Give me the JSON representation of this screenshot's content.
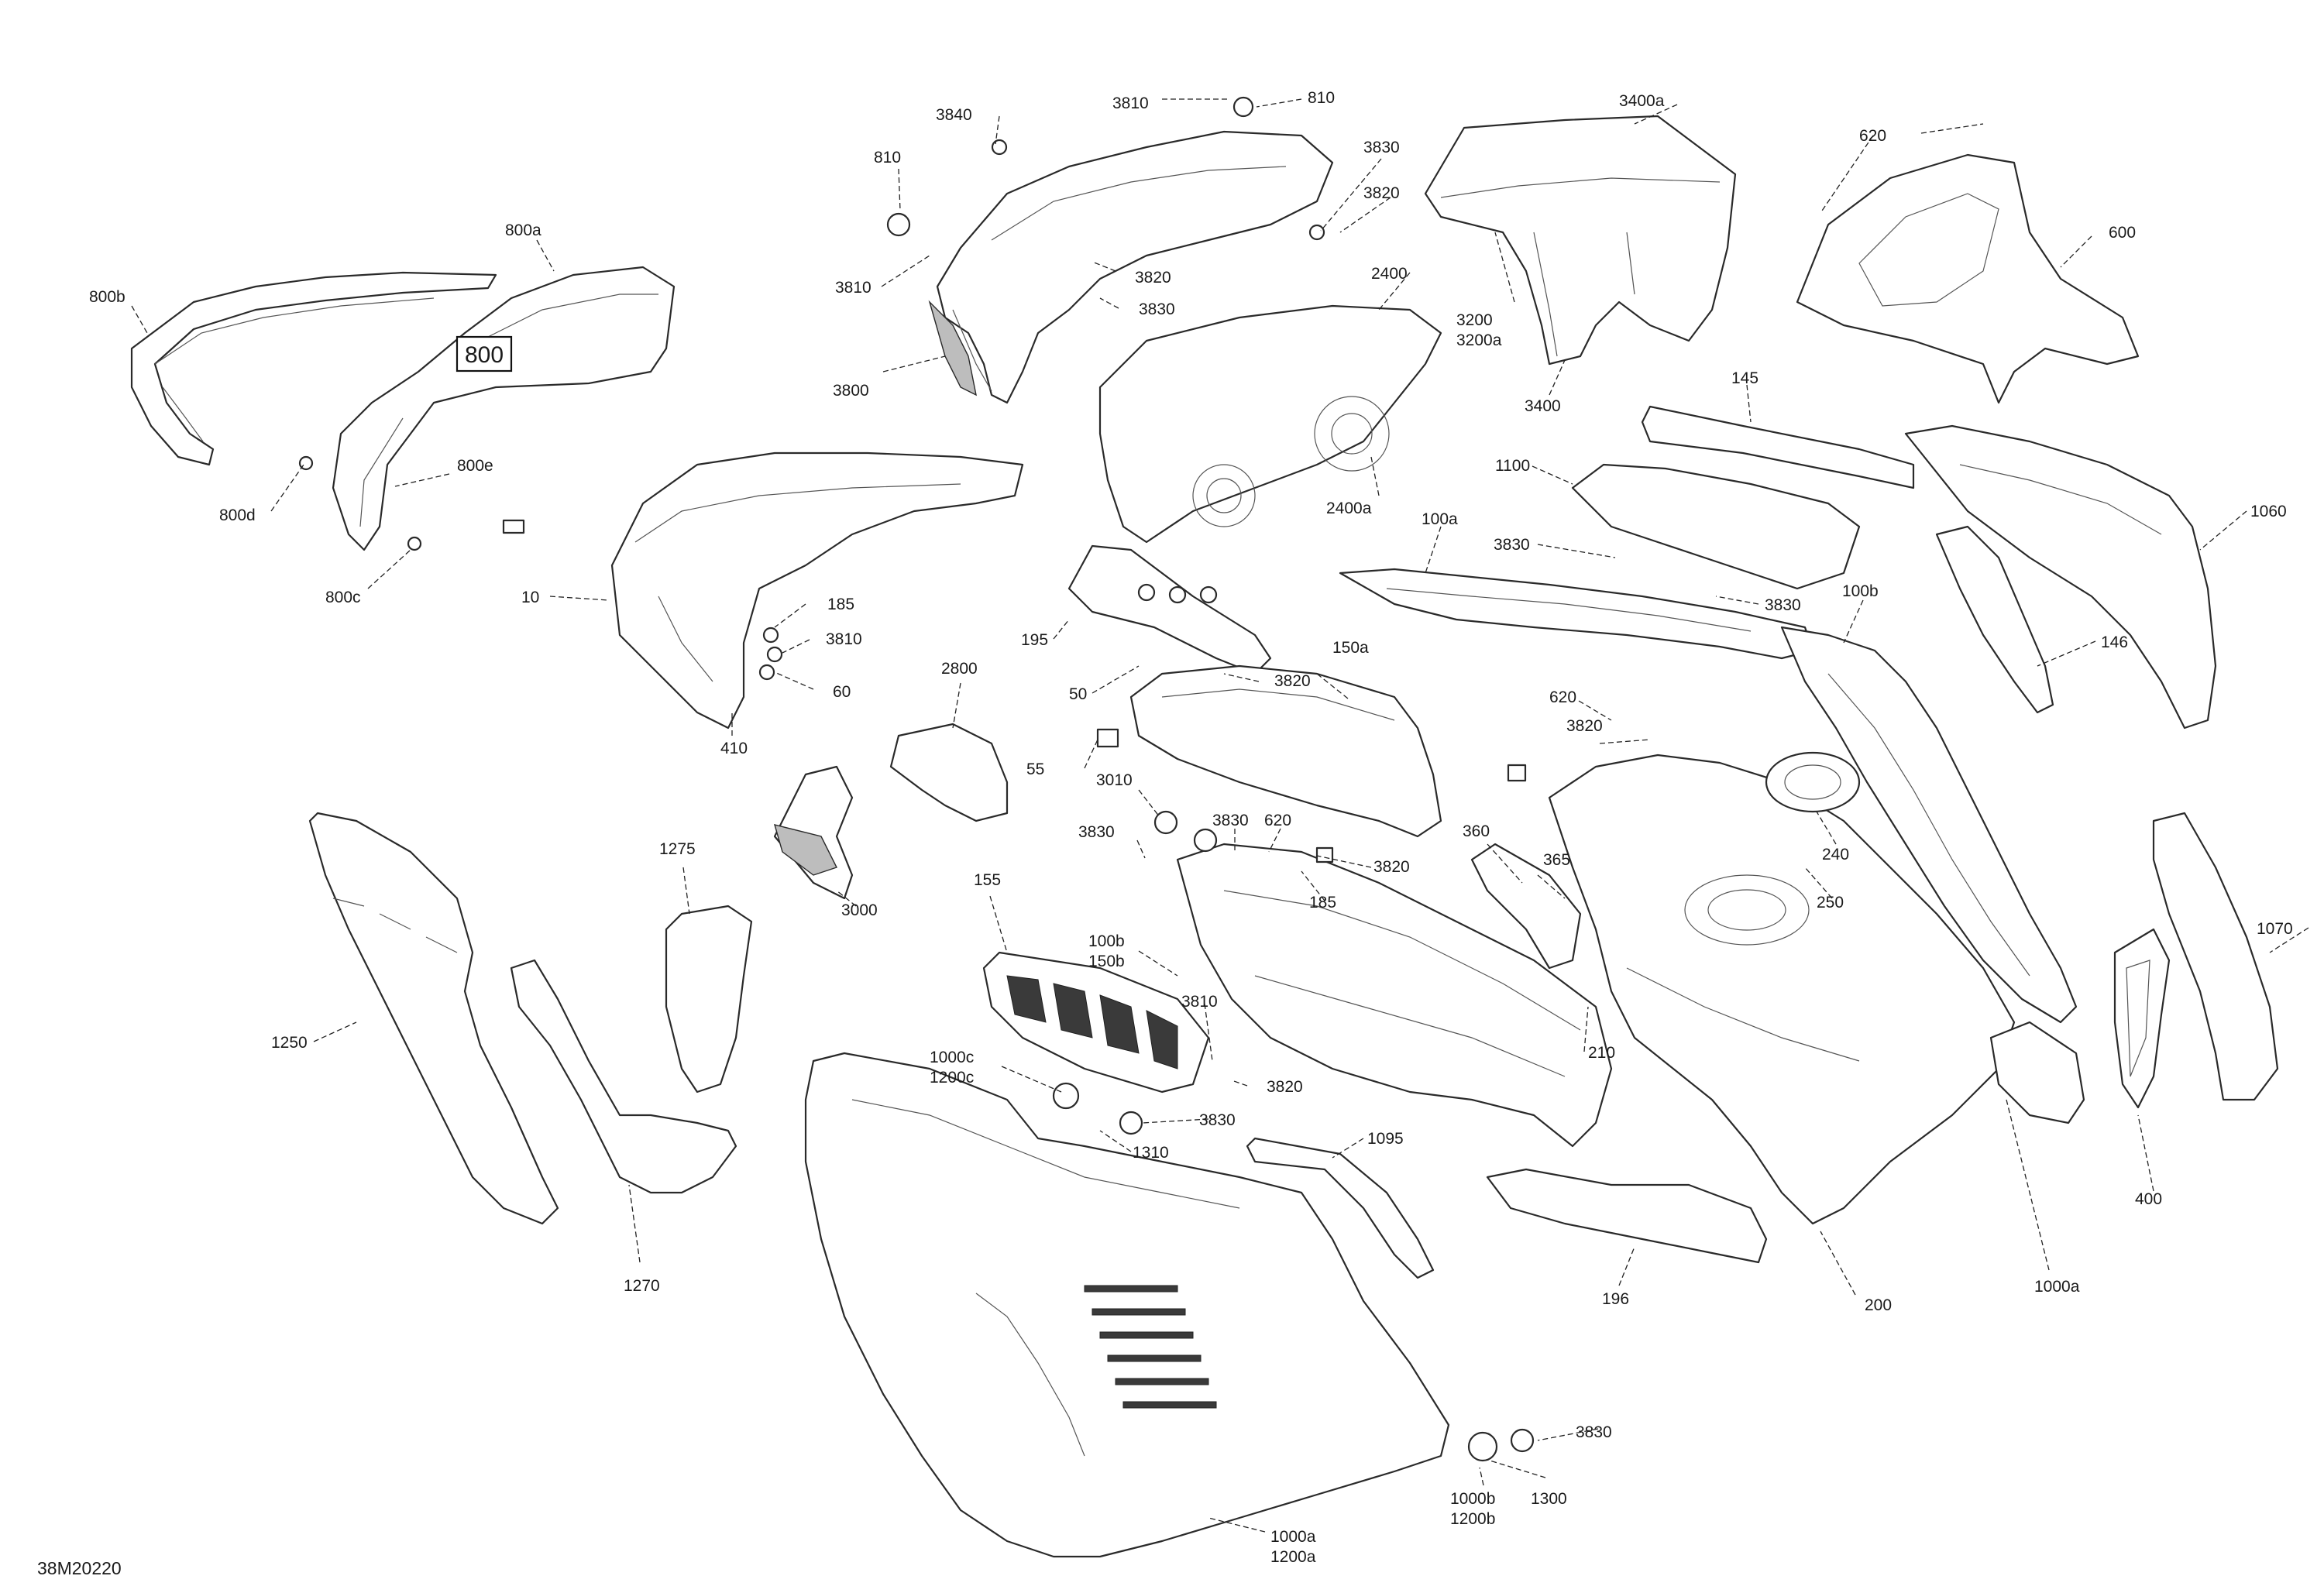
{
  "diagram_code": "38M20220",
  "boxed_callout": "800",
  "callouts": [
    {
      "id": "800a",
      "text": "800a"
    },
    {
      "id": "800b",
      "text": "800b"
    },
    {
      "id": "800d",
      "text": "800d"
    },
    {
      "id": "800e",
      "text": "800e"
    },
    {
      "id": "800c",
      "text": "800c"
    },
    {
      "id": "3840",
      "text": "3840"
    },
    {
      "id": "3810-top",
      "text": "3810"
    },
    {
      "id": "810-top",
      "text": "810"
    },
    {
      "id": "810-left",
      "text": "810"
    },
    {
      "id": "3830-top",
      "text": "3830"
    },
    {
      "id": "3820-top",
      "text": "3820"
    },
    {
      "id": "3810-left",
      "text": "3810"
    },
    {
      "id": "3820-mid",
      "text": "3820"
    },
    {
      "id": "3830-mid",
      "text": "3830"
    },
    {
      "id": "3800",
      "text": "3800"
    },
    {
      "id": "3400a",
      "text": "3400a"
    },
    {
      "id": "3200",
      "text": "3200"
    },
    {
      "id": "3200a",
      "text": "3200a"
    },
    {
      "id": "3400",
      "text": "3400"
    },
    {
      "id": "620-top",
      "text": "620"
    },
    {
      "id": "600",
      "text": "600"
    },
    {
      "id": "2400",
      "text": "2400"
    },
    {
      "id": "2400a",
      "text": "2400a"
    },
    {
      "id": "145",
      "text": "145"
    },
    {
      "id": "1060",
      "text": "1060"
    },
    {
      "id": "1100",
      "text": "1100"
    },
    {
      "id": "3830-r1",
      "text": "3830"
    },
    {
      "id": "3830-r2",
      "text": "3830"
    },
    {
      "id": "100a",
      "text": "100a"
    },
    {
      "id": "100b-top",
      "text": "100b"
    },
    {
      "id": "146",
      "text": "146"
    },
    {
      "id": "10",
      "text": "10"
    },
    {
      "id": "185-top",
      "text": "185"
    },
    {
      "id": "3810-mid",
      "text": "3810"
    },
    {
      "id": "60",
      "text": "60"
    },
    {
      "id": "410",
      "text": "410"
    },
    {
      "id": "195",
      "text": "195"
    },
    {
      "id": "50",
      "text": "50"
    },
    {
      "id": "3820-c",
      "text": "3820"
    },
    {
      "id": "150a",
      "text": "150a"
    },
    {
      "id": "2800",
      "text": "2800"
    },
    {
      "id": "55",
      "text": "55"
    },
    {
      "id": "3010",
      "text": "3010"
    },
    {
      "id": "3830-c1",
      "text": "3830"
    },
    {
      "id": "3830-c2",
      "text": "3830"
    },
    {
      "id": "620-c",
      "text": "620"
    },
    {
      "id": "3820-c2",
      "text": "3820"
    },
    {
      "id": "185-c",
      "text": "185"
    },
    {
      "id": "620-r",
      "text": "620"
    },
    {
      "id": "3820-r",
      "text": "3820"
    },
    {
      "id": "360",
      "text": "360"
    },
    {
      "id": "365",
      "text": "365"
    },
    {
      "id": "240",
      "text": "240"
    },
    {
      "id": "250",
      "text": "250"
    },
    {
      "id": "3000",
      "text": "3000"
    },
    {
      "id": "1275",
      "text": "1275"
    },
    {
      "id": "1250",
      "text": "1250"
    },
    {
      "id": "155",
      "text": "155"
    },
    {
      "id": "100b-c",
      "text": "100b"
    },
    {
      "id": "150b",
      "text": "150b"
    },
    {
      "id": "3810-low",
      "text": "3810"
    },
    {
      "id": "1000c",
      "text": "1000c"
    },
    {
      "id": "1200c",
      "text": "1200c"
    },
    {
      "id": "3820-low",
      "text": "3820"
    },
    {
      "id": "3830-low",
      "text": "3830"
    },
    {
      "id": "1310",
      "text": "1310"
    },
    {
      "id": "210",
      "text": "210"
    },
    {
      "id": "1070",
      "text": "1070"
    },
    {
      "id": "1095",
      "text": "1095"
    },
    {
      "id": "1000a-r",
      "text": "1000a"
    },
    {
      "id": "400",
      "text": "400"
    },
    {
      "id": "196",
      "text": "196"
    },
    {
      "id": "200",
      "text": "200"
    },
    {
      "id": "1270",
      "text": "1270"
    },
    {
      "id": "3830-bot",
      "text": "3830"
    },
    {
      "id": "1300",
      "text": "1300"
    },
    {
      "id": "1000b",
      "text": "1000b"
    },
    {
      "id": "1200b",
      "text": "1200b"
    },
    {
      "id": "1000a-b",
      "text": "1000a"
    },
    {
      "id": "1200a",
      "text": "1200a"
    }
  ]
}
